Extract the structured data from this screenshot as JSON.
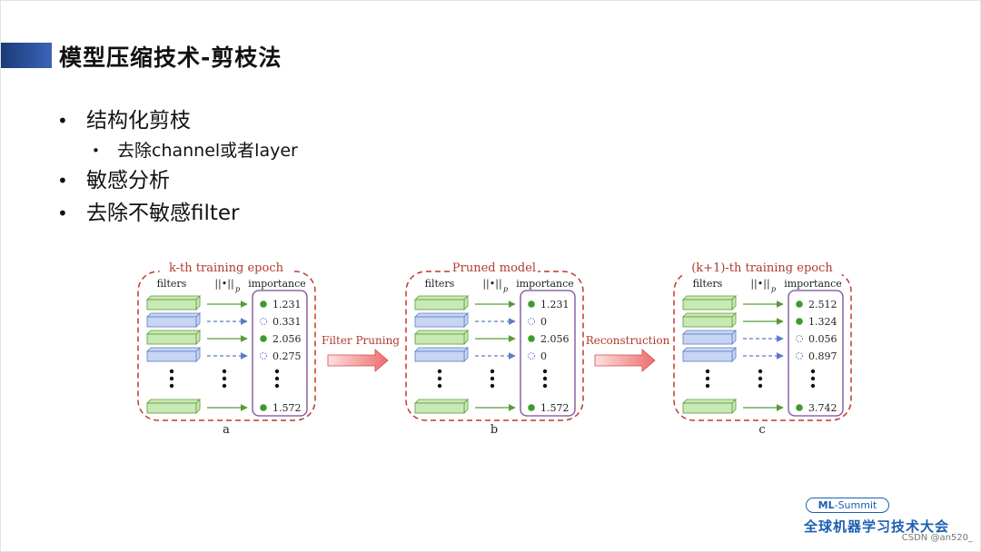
{
  "slide": {
    "title": "模型压缩技术-剪枝法",
    "bullets": [
      {
        "text": "结构化剪枝",
        "sub": [
          "去除channel或者layer"
        ]
      },
      {
        "text": "敏感分析"
      },
      {
        "text": "去除不敏感filter"
      }
    ]
  },
  "figure": {
    "arrow_labels": [
      "Filter Pruning",
      "Reconstruction"
    ],
    "col_headers": {
      "filters": "filters",
      "norm": "||•||",
      "norm_sub": "p",
      "importance": "importance"
    },
    "panels": [
      {
        "title": "k-th training epoch",
        "caption": "a",
        "rows": [
          {
            "kept": true,
            "value": "1.231"
          },
          {
            "kept": false,
            "value": "0.331"
          },
          {
            "kept": true,
            "value": "2.056"
          },
          {
            "kept": false,
            "value": "0.275"
          },
          {
            "kept": true,
            "value": "1.572"
          }
        ]
      },
      {
        "title": "Pruned model",
        "caption": "b",
        "rows": [
          {
            "kept": true,
            "value": "1.231"
          },
          {
            "kept": false,
            "value": "0"
          },
          {
            "kept": true,
            "value": "2.056"
          },
          {
            "kept": false,
            "value": "0"
          },
          {
            "kept": true,
            "value": "1.572"
          }
        ]
      },
      {
        "title": "(k+1)-th training epoch",
        "caption": "c",
        "rows": [
          {
            "kept": true,
            "value": "2.512"
          },
          {
            "kept": true,
            "value": "1.324"
          },
          {
            "kept": false,
            "value": "0.056"
          },
          {
            "kept": false,
            "value": "0.897"
          },
          {
            "kept": true,
            "value": "3.742"
          }
        ]
      }
    ],
    "colors": {
      "kept_fill": "#c9e9b4",
      "kept_stroke": "#5a9a3a",
      "pruned_fill": "#c7d5f3",
      "pruned_stroke": "#5b7cc4",
      "panel_border": "#c0392b",
      "importance_border": "#7a4a9a",
      "title_color": "#b03a2e",
      "pruning_arrow": "#ee6d6d"
    }
  },
  "brand": {
    "pill_strong": "ML",
    "pill_rest": "-Summit",
    "name": "全球机器学习技术大会"
  },
  "watermark": "CSDN @an520_"
}
